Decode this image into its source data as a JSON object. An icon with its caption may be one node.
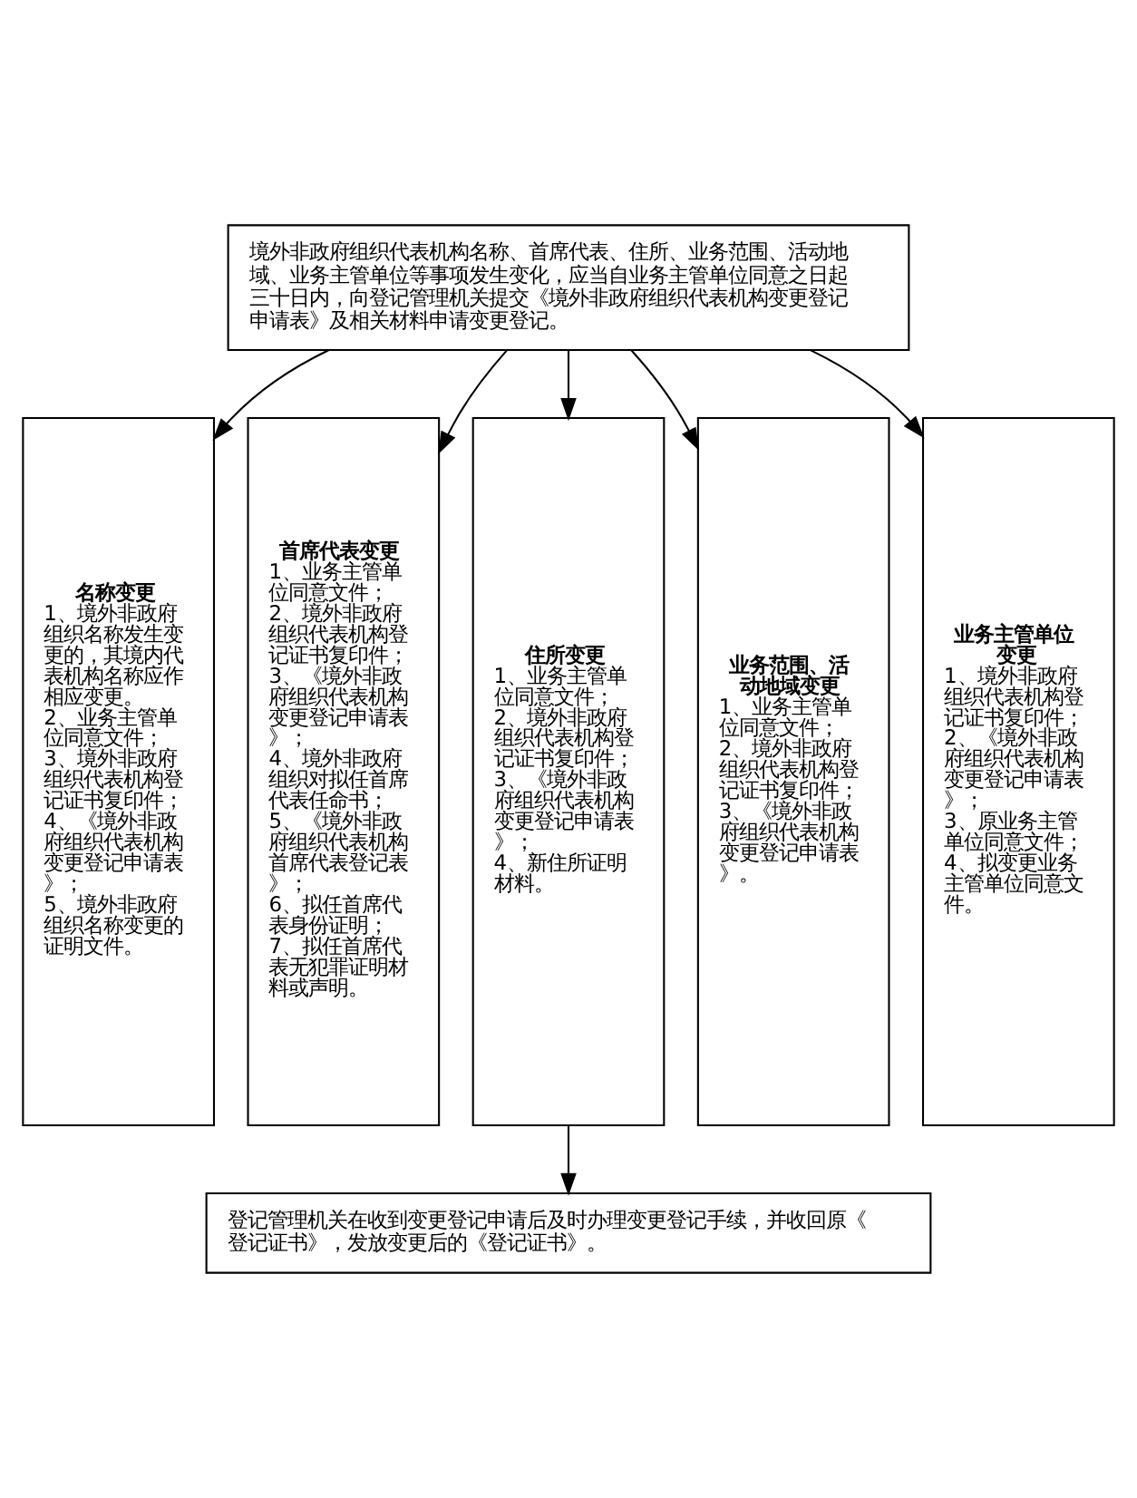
{
  "diagram": {
    "nodes": [
      {
        "text": [
          "境外非政府组织代表机构名称、首席代表、住所、业务范围、活动地域、业务主管单位等事项发生变化，应当自业务主管单位同意之日起三十日内，向登记管理机关提交《境外非政府组织代表机构变更登记申请表》及相关材料申请变更登记。"
        ]
      },
      {
        "text": [
          "名称变更",
          "1、境外非政府组织名称发生变更的，其境内代表机构名称应作相应变更。",
          "2、业务主管单位同意文件；",
          "3、境外非政府组织代表机构登记证书复印件；",
          "4、《境外非政府组织代表机构变更登记申请表》；",
          "5、境外非政府组织名称变更的证明文件。"
        ]
      },
      {
        "text": [
          "首席代表变更",
          "1、业务主管单位同意文件；",
          "2、境外非政府组织代表机构登记证书复印件；",
          "3、《境外非政府组织代表机构变更登记申请表》；",
          "4、境外非政府组织对拟任首席代表任命书；",
          "5、《境外非政府组织代表机构首席代表登记表》；",
          "6、拟任首席代表身份证明；",
          "7、拟任首席代表无犯罪证明材料或声明。"
        ]
      },
      {
        "text": [
          "住所变更",
          "1、业务主管单位同意文件；",
          "2、境外非政府组织代表机构登记证书复印件；",
          "3、《境外非政府组织代表机构变更登记申请表》；",
          "4、新住所证明材料。"
        ]
      },
      {
        "text": [
          "业务范围、活动地域变更",
          "1、业务主管单位同意文件；",
          "2、境外非政府组织代表机构登记证书复印件；",
          "3、《境外非政府组织代表机构变更登记申请表》。"
        ]
      },
      {
        "text": [
          "业务主管单位变更",
          "1、境外非政府组织代表机构登记证书复印件；",
          "2、《境外非政府组织代表机构变更登记申请表》；",
          "3、原业务主管单位同意文件；",
          "4、拟变更业务主管单位同意文件。"
        ]
      },
      {
        "text": [
          "登记管理机关在收到变更登记申请后及时办理变更登记手续，并收回原《登记证书》，发放变更后的《登记证书》。"
        ]
      }
    ],
    "edges": [
      {
        "from": 0,
        "to": 1,
        "arrow": "to"
      },
      {
        "from": 0,
        "to": 2,
        "arrow": "to"
      },
      {
        "from": 0,
        "to": 3,
        "arrow": "to"
      },
      {
        "from": 0,
        "to": 4,
        "arrow": "to"
      },
      {
        "from": 0,
        "to": 5,
        "arrow": "to"
      },
      {
        "from": 3,
        "to": 6,
        "arrow": "to"
      }
    ]
  }
}
